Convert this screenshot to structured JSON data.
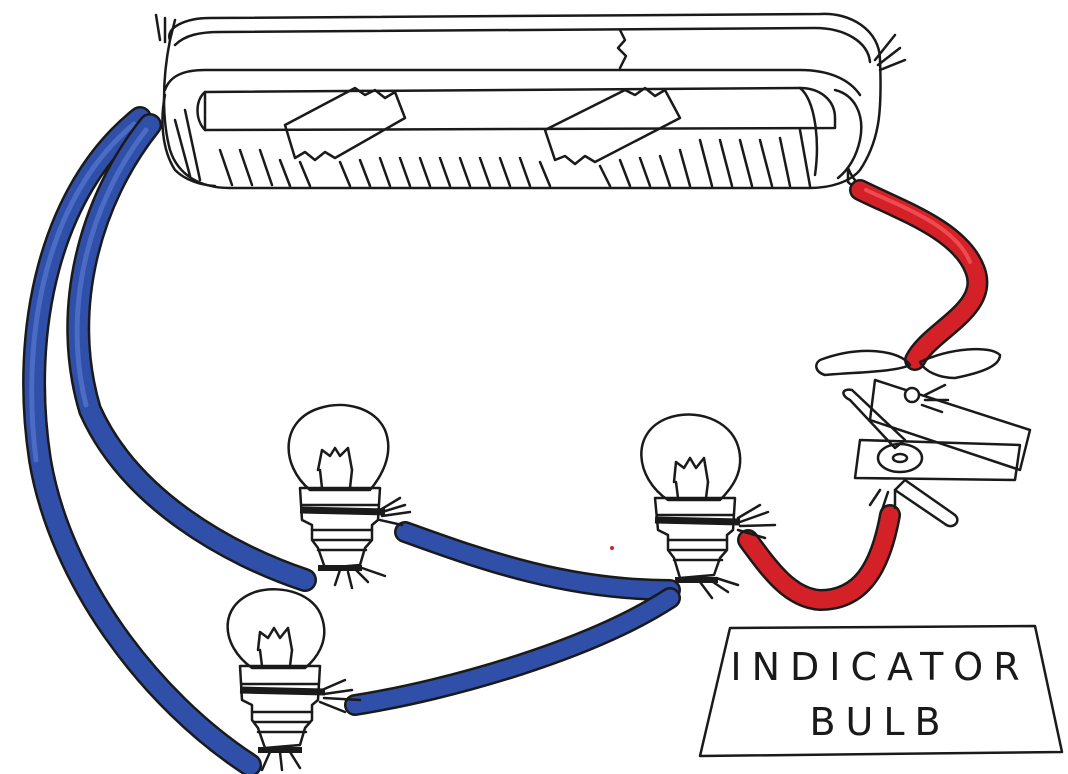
{
  "diagram": {
    "label": {
      "line1": "INDICATOR",
      "line2": "BULB"
    },
    "colors": {
      "paper": "#ffffff",
      "ink": "#1a1a1a",
      "blue_wire": "#2f4fa8",
      "blue_wire_light": "#4a6cc4",
      "red_wire": "#d32127",
      "red_wire_light": "#ee4a4f"
    },
    "components": [
      "battery-tube",
      "crocodile-clip",
      "bulb-left",
      "bulb-middle",
      "bulb-bottom",
      "blue-wire",
      "red-wire",
      "label-card"
    ]
  }
}
